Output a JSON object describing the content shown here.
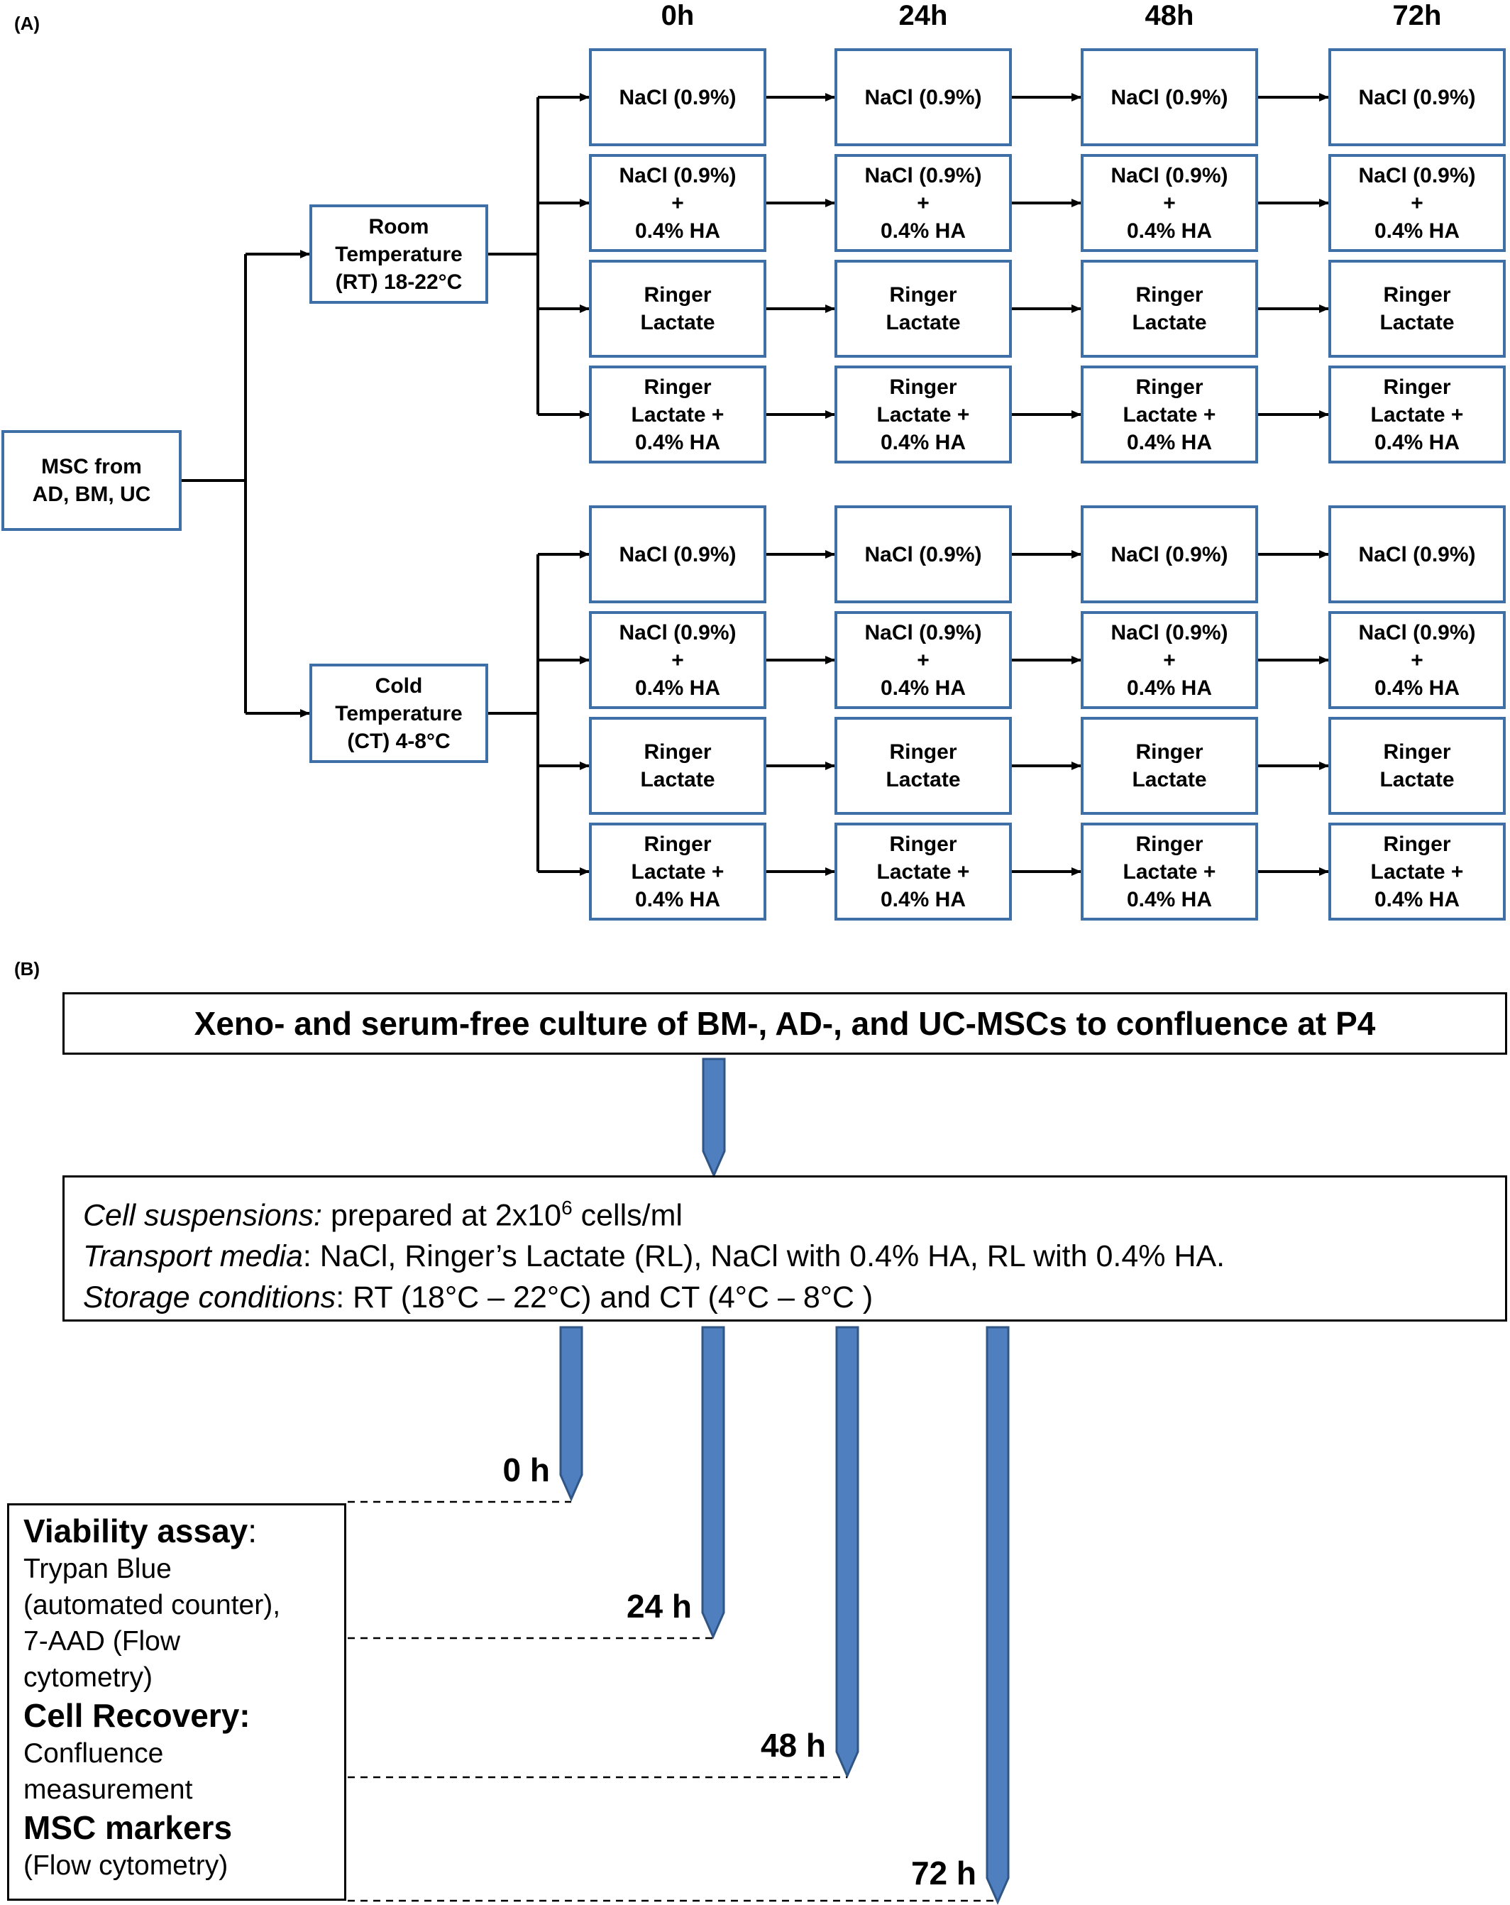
{
  "panel_a": {
    "label": "(A)",
    "columns": [
      "0h",
      "24h",
      "48h",
      "72h"
    ],
    "source": "MSC from\nAD, BM, UC",
    "branches": [
      {
        "label": "Room\nTemperature\n(RT) 18-22°C",
        "media": [
          "NaCl (0.9%)",
          "NaCl (0.9%)\n+\n0.4% HA",
          "Ringer\nLactate",
          "Ringer\nLactate +\n0.4% HA"
        ]
      },
      {
        "label": "Cold\nTemperature\n(CT) 4-8°C",
        "media": [
          "NaCl (0.9%)",
          "NaCl (0.9%)\n+\n0.4% HA",
          "Ringer\nLactate",
          "Ringer\nLactate +\n0.4% HA"
        ]
      }
    ]
  },
  "panel_b": {
    "label": "(B)",
    "title": "Xeno- and serum-free culture of BM-, AD-, and UC-MSCs to confluence at P4",
    "cell_suspensions_label": "Cell suspensions:",
    "cell_suspensions_text": " prepared at 2x10",
    "cell_suspensions_exp": "6",
    "cell_suspensions_unit": " cells/ml",
    "transport_label": "Transport media",
    "transport_text": ": NaCl, Ringer’s Lactate (RL), NaCl with 0.4% HA, RL with 0.4% HA.",
    "storage_label": "Storage conditions",
    "storage_text": ": RT (18°C – 22°C) and CT (4°C – 8°C )",
    "timepoints": [
      "0 h",
      "24 h",
      "48 h",
      "72 h"
    ],
    "viability_head": "Viability assay",
    "viability_colon": ":",
    "viability_lines": [
      "Trypan Blue",
      "(automated counter),",
      "7-AAD (Flow",
      "cytometry)"
    ],
    "recovery_head": "Cell Recovery:",
    "recovery_lines": [
      "Confluence",
      "measurement"
    ],
    "markers_head": "MSC markers",
    "markers_lines": [
      "(Flow cytometry)"
    ]
  },
  "colors": {
    "box_border": "#3e6fa6",
    "arrow_fill": "#4f7fbf",
    "arrow_stroke": "#2f5685"
  }
}
